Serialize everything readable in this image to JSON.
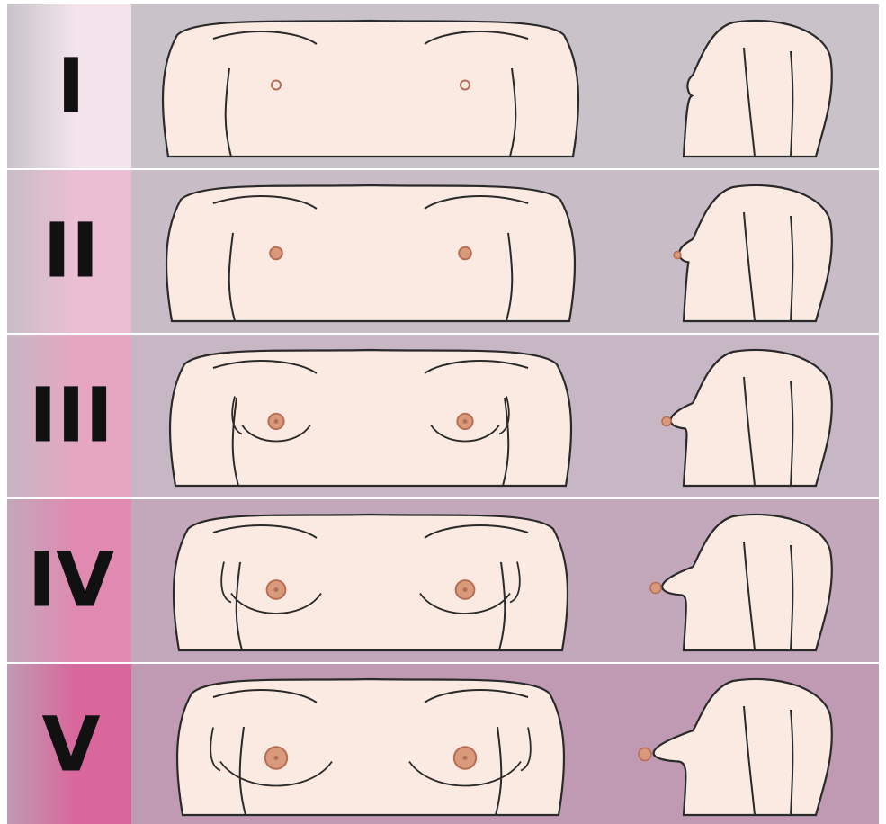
{
  "stages": [
    {
      "numeral": "I",
      "breast_level": 0,
      "areola_level": 0
    },
    {
      "numeral": "II",
      "breast_level": 1,
      "areola_level": 1
    },
    {
      "numeral": "III",
      "breast_level": 2,
      "areola_level": 2
    },
    {
      "numeral": "IV",
      "breast_level": 3,
      "areola_level": 3
    },
    {
      "numeral": "V",
      "breast_level": 4,
      "areola_level": 4
    }
  ],
  "colors": {
    "skin": "#fbeae2",
    "outline": "#2a2a2a",
    "areola": "#d99a7c",
    "areola_ring": "#b86e55",
    "panel_bg": [
      "#c9c3c9",
      "#c8bdc7",
      "#c7b6c3",
      "#c3a8bb",
      "#bf9ab2"
    ],
    "label_bg": [
      "#f3e4ec",
      "#ebbed3",
      "#e6a6c2",
      "#e089b1",
      "#d9679c"
    ]
  },
  "icons": [
    "front-torso-figure",
    "side-torso-figure"
  ]
}
